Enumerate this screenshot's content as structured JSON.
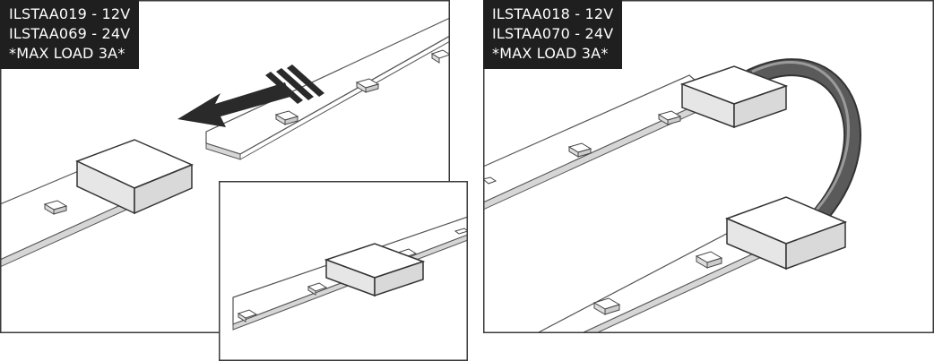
{
  "panel_left": {
    "label_lines": [
      "ILSTAA019 - 12V",
      "ILSTAA069 - 24V",
      "*MAX LOAD 3A*"
    ]
  },
  "panel_right": {
    "label_lines": [
      "ILSTAA018 - 12V",
      "ILSTAA070 - 24V",
      "*MAX LOAD 3A*"
    ]
  },
  "colors": {
    "border": "#3a3a3a",
    "label_bg": "#1f1f1f",
    "arrow": "#2a2a2a",
    "cable": "#4a4a4a",
    "connector_side": "#d9d9d9",
    "strip_edge": "#d6d6d6"
  }
}
